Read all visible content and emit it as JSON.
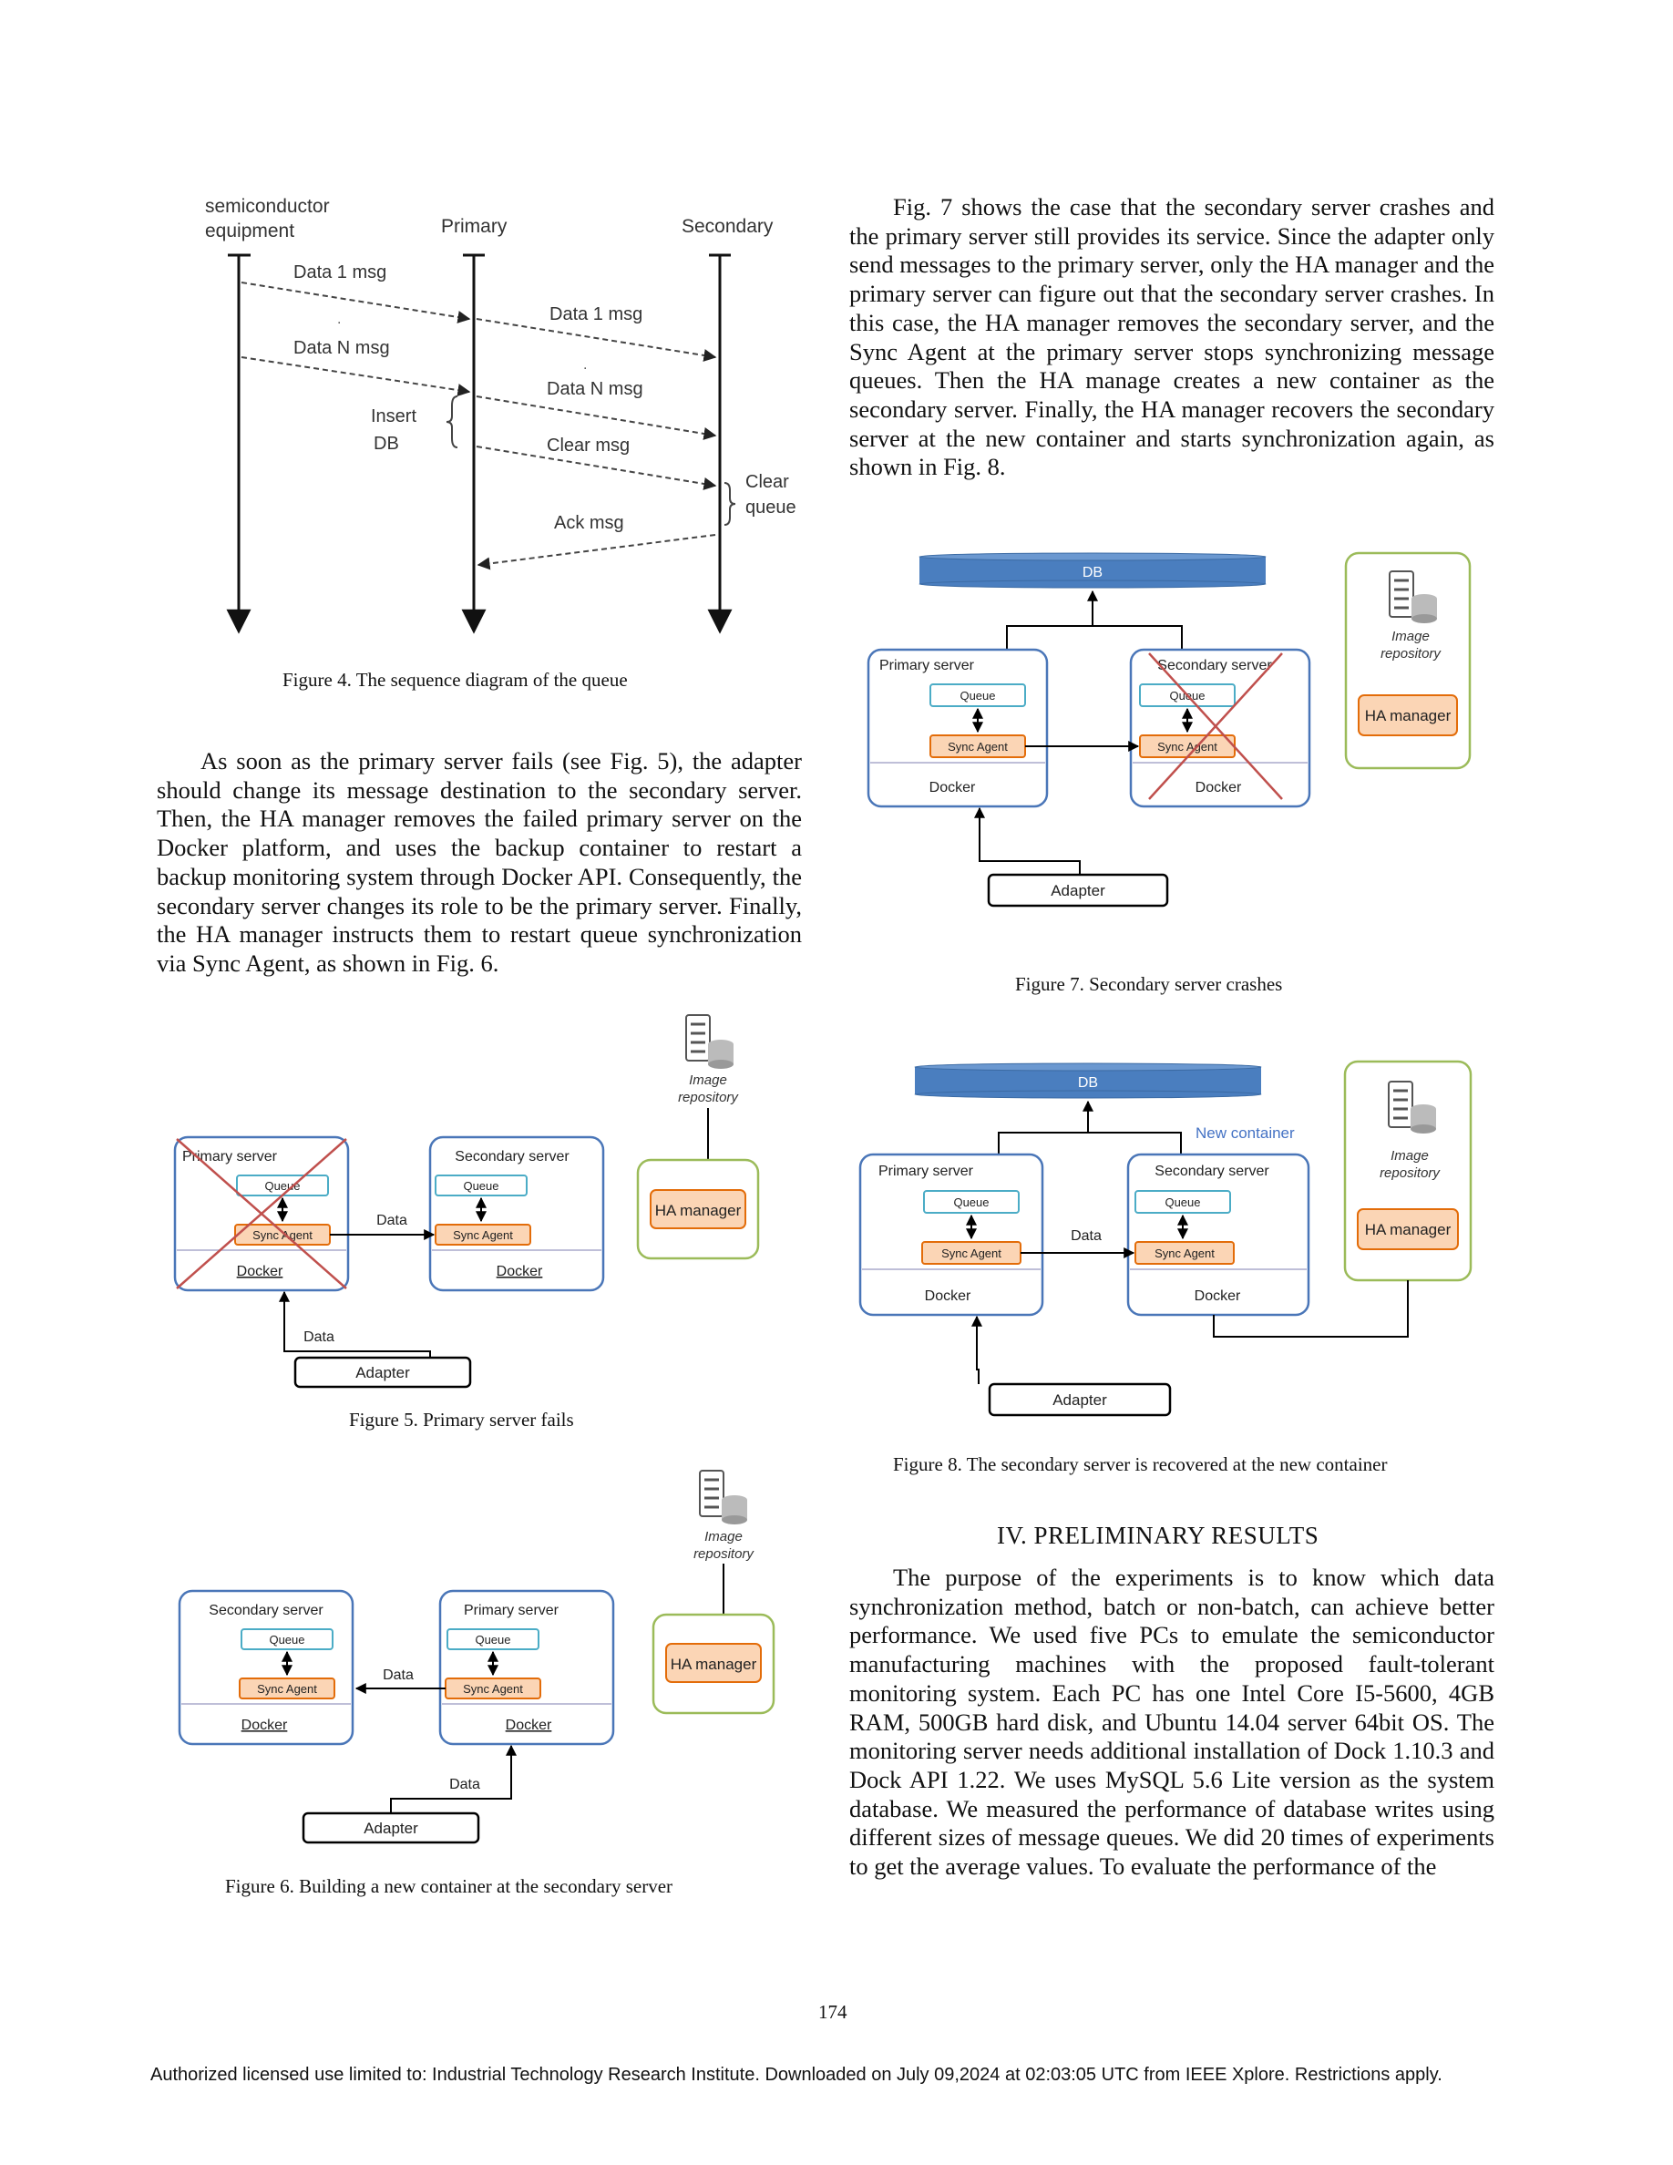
{
  "page_number": "174",
  "footer": "Authorized licensed use limited to: Industrial Technology Research Institute. Downloaded on July 09,2024 at 02:03:05 UTC from IEEE Xplore.  Restrictions apply.",
  "paragraphs": {
    "p_fail": "As soon as the primary server fails (see Fig. 5), the adapter should change its message destination to the secondary server. Then, the HA manager removes the failed primary server on the Docker platform, and uses the backup container to restart a backup monitoring system through Docker API. Consequently, the secondary server changes its role to be the primary server. Finally, the HA manager instructs them to restart queue synchronization via Sync Agent, as shown in Fig. 6.",
    "p_fig7": "Fig. 7 shows the case that the secondary server crashes and the primary server still provides its service. Since the adapter only send messages to the primary server, only the HA manager and the primary server can figure out that the secondary server crashes. In this case, the HA manager removes the secondary server, and the Sync Agent at the primary server stops synchronizing message queues. Then the HA manage creates a new container as the secondary server. Finally, the HA manager recovers the secondary server at the new container and starts synchronization again, as shown in Fig. 8.",
    "p_results": "The purpose of the experiments is to know which data synchronization method, batch or non-batch, can achieve better performance. We used five PCs to emulate the semiconductor manufacturing machines with the proposed fault-tolerant monitoring system. Each PC has one Intel Core I5-5600, 4GB RAM, 500GB hard disk, and Ubuntu 14.04 server 64bit OS. The monitoring server needs additional installation of Dock 1.10.3 and Dock API 1.22. We uses MySQL 5.6 Lite version as the system database. We measured the performance of database writes using different sizes of message queues. We did 20 times of experiments to get the average values. To evaluate the performance of the"
  },
  "section_heading": "IV.    PRELIMINARY RESULTS",
  "captions": {
    "fig4": "Figure 4.    The sequence diagram of the queue",
    "fig5": "Figure 5.    Primary server fails",
    "fig6": "Figure 6.    Building a new container at the secondary server",
    "fig7": "Figure 7.    Secondary server crashes",
    "fig8": "Figure 8.    The secondary server is recovered at the new container"
  },
  "fig4": {
    "equipment_line1": "semiconductor",
    "equipment_line2": "equipment",
    "primary": "Primary",
    "secondary": "Secondary",
    "msg_data1_a": "Data 1 msg",
    "msg_dataN_a": "Data N msg",
    "msg_data1_b": "Data 1 msg",
    "msg_dataN_b": "Data N msg",
    "insert_db_1": "Insert",
    "insert_db_2": "DB",
    "msg_clear": "Clear msg",
    "clear_queue_1": "Clear",
    "clear_queue_2": "queue",
    "msg_ack": "Ack msg"
  },
  "diagram_labels": {
    "primary_server": "Primary server",
    "secondary_server": "Secondary server",
    "queue": "Queue",
    "sync_agent": "Sync Agent",
    "docker": "Docker",
    "data": "Data",
    "adapter": "Adapter",
    "ha_manager": "HA manager",
    "image": "Image",
    "repository": "repository",
    "db": "DB",
    "new_container": "New container"
  },
  "colors": {
    "server_border": "#4a76b8",
    "queue_border": "#4bacc6",
    "sync_fill": "#fbd5b5",
    "sync_border": "#e36c09",
    "ha_border": "#9bbb59",
    "db_fill": "#4a7ebf",
    "cross": "#c0504d",
    "new_container_text": "#4472c4"
  }
}
